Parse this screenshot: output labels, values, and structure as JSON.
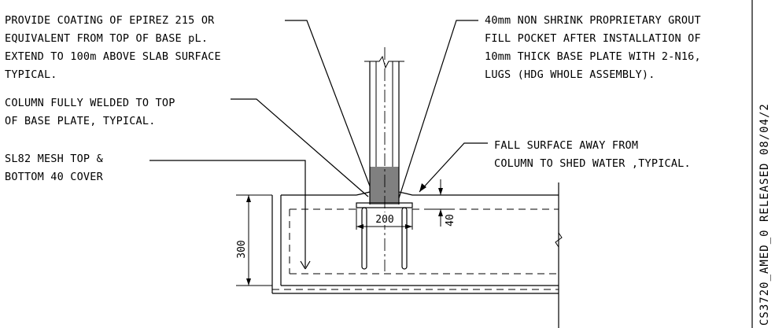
{
  "notes": {
    "coating": [
      "PROVIDE COATING OF EPIREZ 215  OR",
      "EQUIVALENT FROM TOP OF BASE pL.",
      "EXTEND TO 100m ABOVE SLAB SURFACE",
      "TYPICAL."
    ],
    "grout": [
      "40mm NON SHRINK PROPRIETARY GROUT",
      "FILL POCKET  AFTER INSTALLATION OF",
      "10mm THICK  BASE PLATE WITH 2-N16,",
      "LUGS (HDG WHOLE ASSEMBLY)."
    ],
    "column": [
      "COLUMN FULLY WELDED TO TOP",
      "OF BASE PLATE, TYPICAL."
    ],
    "mesh": [
      "SL82 MESH TOP &",
      "BOTTOM 40 COVER"
    ],
    "fall": [
      "FALL SURFACE AWAY FROM",
      "COLUMN TO SHED WATER ,TYPICAL."
    ]
  },
  "dimensions": {
    "plate_width": "200",
    "slab_depth": "300",
    "cover": "40"
  },
  "stamp": "CS3720_AMED_0  RELEASED  08/04/2"
}
